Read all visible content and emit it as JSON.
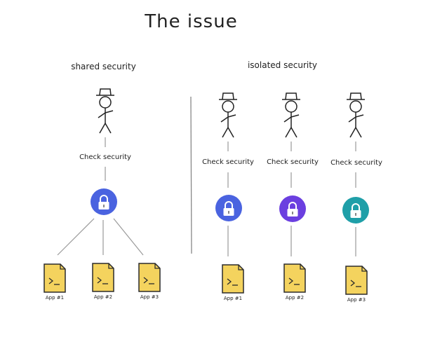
{
  "title": "The issue",
  "shared": {
    "heading": "shared security",
    "check_label": "Check security",
    "lock_color": "#4a63e0",
    "lock_icon": "lock-icon",
    "apps": [
      "App #1",
      "App #2",
      "App #3"
    ]
  },
  "isolated": {
    "heading": "isolated security",
    "columns": [
      {
        "check_label": "Check security",
        "lock_color": "#4a63e0",
        "app": "App #1"
      },
      {
        "check_label": "Check security",
        "lock_color": "#6b3fe0",
        "app": "App #2"
      },
      {
        "check_label": "Check security",
        "lock_color": "#1f9fa8",
        "app": "App #3"
      }
    ]
  },
  "colors": {
    "file_fill": "#f4d35e",
    "file_stroke": "#2b2b2b",
    "line": "#9a9a9a"
  }
}
